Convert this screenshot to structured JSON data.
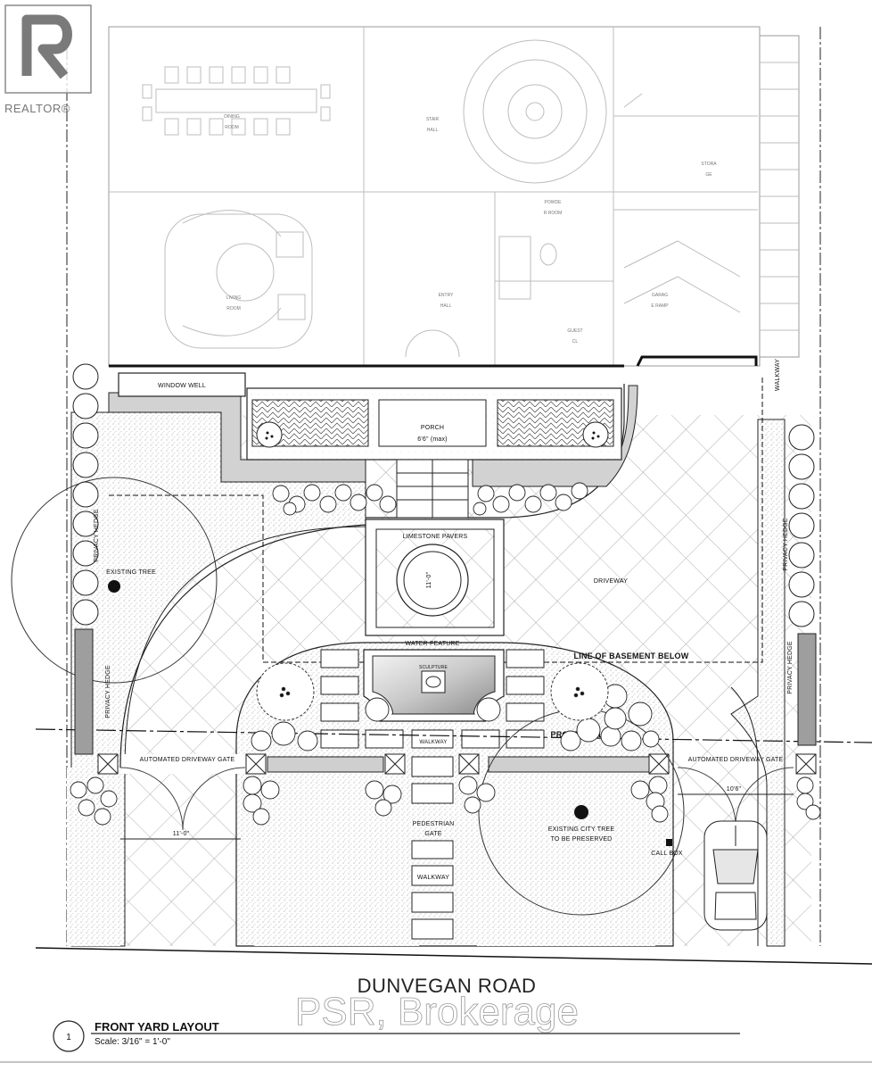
{
  "watermark": {
    "realtor": "REALTOR®",
    "brokerage": "PSR, Brokerage"
  },
  "street": "DUNVEGAN ROAD",
  "title_block": {
    "number": "1",
    "title": "FRONT YARD LAYOUT",
    "scale": "Scale: 3/16\" = 1'-0\""
  },
  "rooms": {
    "dining": [
      "DINING",
      "ROOM"
    ],
    "stair": [
      "STAIR",
      "HALL"
    ],
    "storage": [
      "STORA",
      "GE"
    ],
    "powder": [
      "POWDE",
      "R ROOM"
    ],
    "living": [
      "LIVING",
      "ROOM"
    ],
    "entry": [
      "ENTRY",
      "HALL"
    ],
    "garage": [
      "GARAG",
      "E RAMP"
    ],
    "guest": [
      "GUEST",
      "CL"
    ]
  },
  "labels": {
    "window_well": "WINDOW WELL",
    "porch": "PORCH",
    "porch_dim": "6'6\" (max)",
    "limestone": "LIMESTONE PAVERS",
    "fountain_dim": "11'-0\"",
    "driveway": "DRIVEWAY",
    "water_feature": "WATER FEATURE",
    "basement": "LINE OF BASEMENT BELOW",
    "sculpture": "SCULPTURE",
    "walkway_east": "WALKWAY",
    "walkway_center": "WALKWAY",
    "walkway_south": "WALKWAY",
    "property_line": "PROPERTY LINE",
    "gate_west": "AUTOMATED DRIVEWAY GATE",
    "gate_east": "AUTOMATED DRIVEWAY GATE",
    "dim_west": "11'-0\"",
    "dim_east": "10'6\"",
    "pedestrian_gate": [
      "PEDESTRIAN",
      "GATE"
    ],
    "city_tree": [
      "EXISTING CITY TREE",
      "TO BE PRESERVED"
    ],
    "call_box": "CALL BOX",
    "existing_tree": "EXISTING TREE",
    "privacy_hedge_w1": "PRIVACY HEDGE",
    "privacy_hedge_w2": "PRIVACY HEDGE",
    "privacy_hedge_e1": "PRIVACY HEDGE",
    "privacy_hedge_e2": "PRIVACY HEDGE"
  }
}
